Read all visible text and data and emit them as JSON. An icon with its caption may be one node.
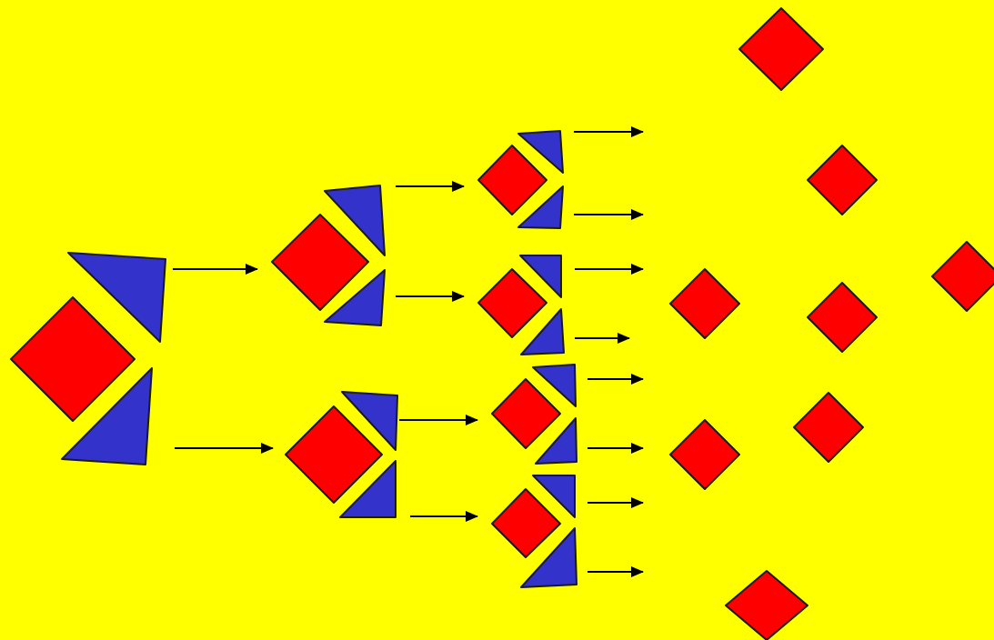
{
  "diagram": {
    "nodes": [
      {
        "text": [],
        "shape": "diamond"
      },
      {
        "text": [],
        "shape": "diamond"
      },
      {
        "text": [],
        "shape": "diamond"
      },
      {
        "text": [],
        "shape": "diamond"
      },
      {
        "text": [],
        "shape": "diamond"
      },
      {
        "text": [],
        "shape": "diamond"
      },
      {
        "text": [],
        "shape": "diamond"
      },
      {
        "text": [],
        "shape": "diamond"
      },
      {
        "text": [],
        "shape": "diamond"
      },
      {
        "text": [],
        "shape": "diamond"
      },
      {
        "text": [],
        "shape": "diamond"
      },
      {
        "text": [],
        "shape": "diamond"
      },
      {
        "text": [],
        "shape": "diamond"
      },
      {
        "text": [],
        "shape": "diamond"
      },
      {
        "text": [],
        "shape": "diamond"
      }
    ],
    "edges": [
      {
        "from": 0,
        "to": 1,
        "arrow": "to"
      },
      {
        "from": 0,
        "to": 2,
        "arrow": "to"
      },
      {
        "from": 1,
        "to": 3,
        "arrow": "to"
      },
      {
        "from": 1,
        "to": 4,
        "arrow": "to"
      },
      {
        "from": 2,
        "to": 5,
        "arrow": "to"
      },
      {
        "from": 2,
        "to": 6,
        "arrow": "to"
      },
      {
        "from": 3,
        "to": null,
        "arrow": "to"
      },
      {
        "from": 3,
        "to": null,
        "arrow": "to"
      },
      {
        "from": 4,
        "to": null,
        "arrow": "to"
      },
      {
        "from": 4,
        "to": null,
        "arrow": "to"
      },
      {
        "from": 5,
        "to": null,
        "arrow": "to"
      },
      {
        "from": 5,
        "to": null,
        "arrow": "to"
      },
      {
        "from": 6,
        "to": null,
        "arrow": "to"
      },
      {
        "from": 6,
        "to": null,
        "arrow": "to"
      }
    ]
  }
}
